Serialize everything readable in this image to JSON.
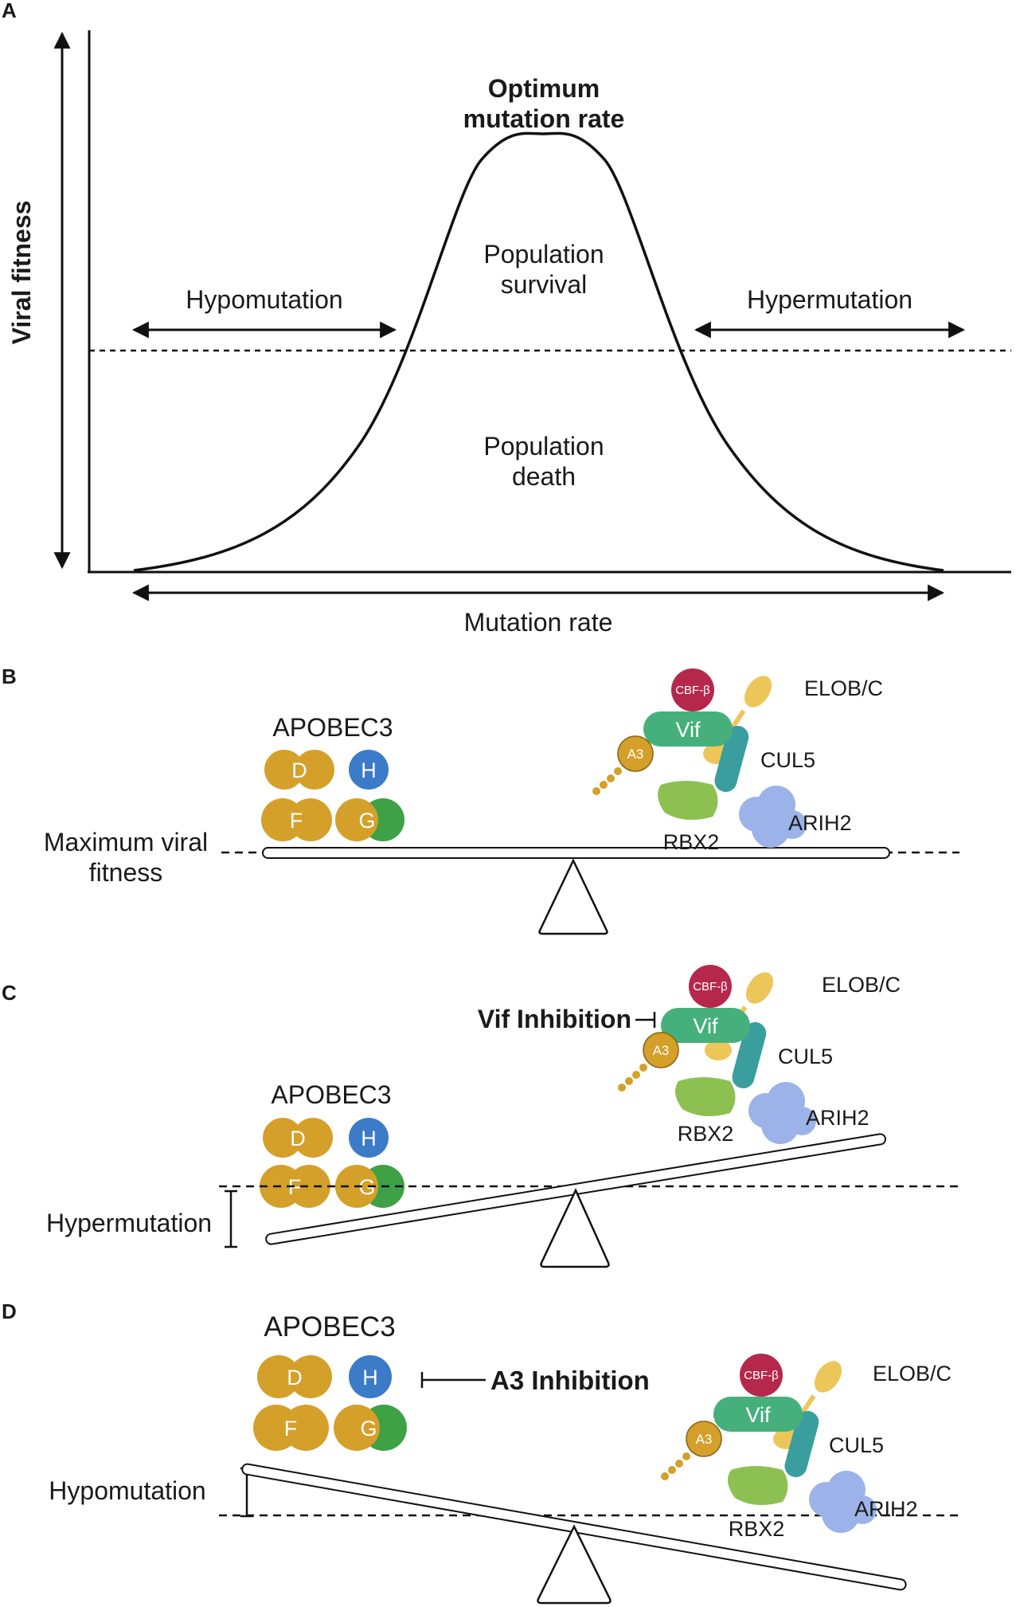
{
  "panel_a": {
    "letter": "A",
    "y_axis_label": "Viral fitness",
    "peak_label_line1": "Optimum",
    "peak_label_line2": "mutation rate",
    "survival_line1": "Population",
    "survival_line2": "survival",
    "death_line1": "Population",
    "death_line2": "death",
    "hypo_label": "Hypomutation",
    "hyper_label": "Hypermutation",
    "x_axis_label": "Mutation rate"
  },
  "panel_b": {
    "letter": "B",
    "apobec_title": "APOBEC3",
    "side_label_line1": "Maximum viral",
    "side_label_line2": "fitness",
    "balance_tilt": "level"
  },
  "panel_c": {
    "letter": "C",
    "apobec_title": "APOBEC3",
    "side_label": "Hypermutation",
    "inhibition_label": "Vif Inhibition",
    "balance_tilt": "A3 side down"
  },
  "panel_d": {
    "letter": "D",
    "apobec_title": "APOBEC3",
    "side_label": "Hypomutation",
    "inhibition_label": "A3 Inhibition",
    "balance_tilt": "Vif side down"
  },
  "a3_circles": {
    "d": "D",
    "h": "H",
    "f": "F",
    "g": "G"
  },
  "complex": {
    "cbfb": "CBF-β",
    "vif": "Vif",
    "a3": "A3",
    "elobc": "ELOB/C",
    "cul5": "CUL5",
    "rbx2": "RBX2",
    "arih2": "ARIH2"
  },
  "colors": {
    "a3_gold": "#D4A02A",
    "h_blue": "#3B7BC8",
    "g_green": "#3EA146",
    "vif_green": "#46B07C",
    "cbfb_red": "#B5284C",
    "elobc_yellow": "#EDC65A",
    "cul5_teal": "#3A9E9E",
    "rbx2_lime": "#8CC152",
    "arih2_blue": "#9BB3E8"
  }
}
